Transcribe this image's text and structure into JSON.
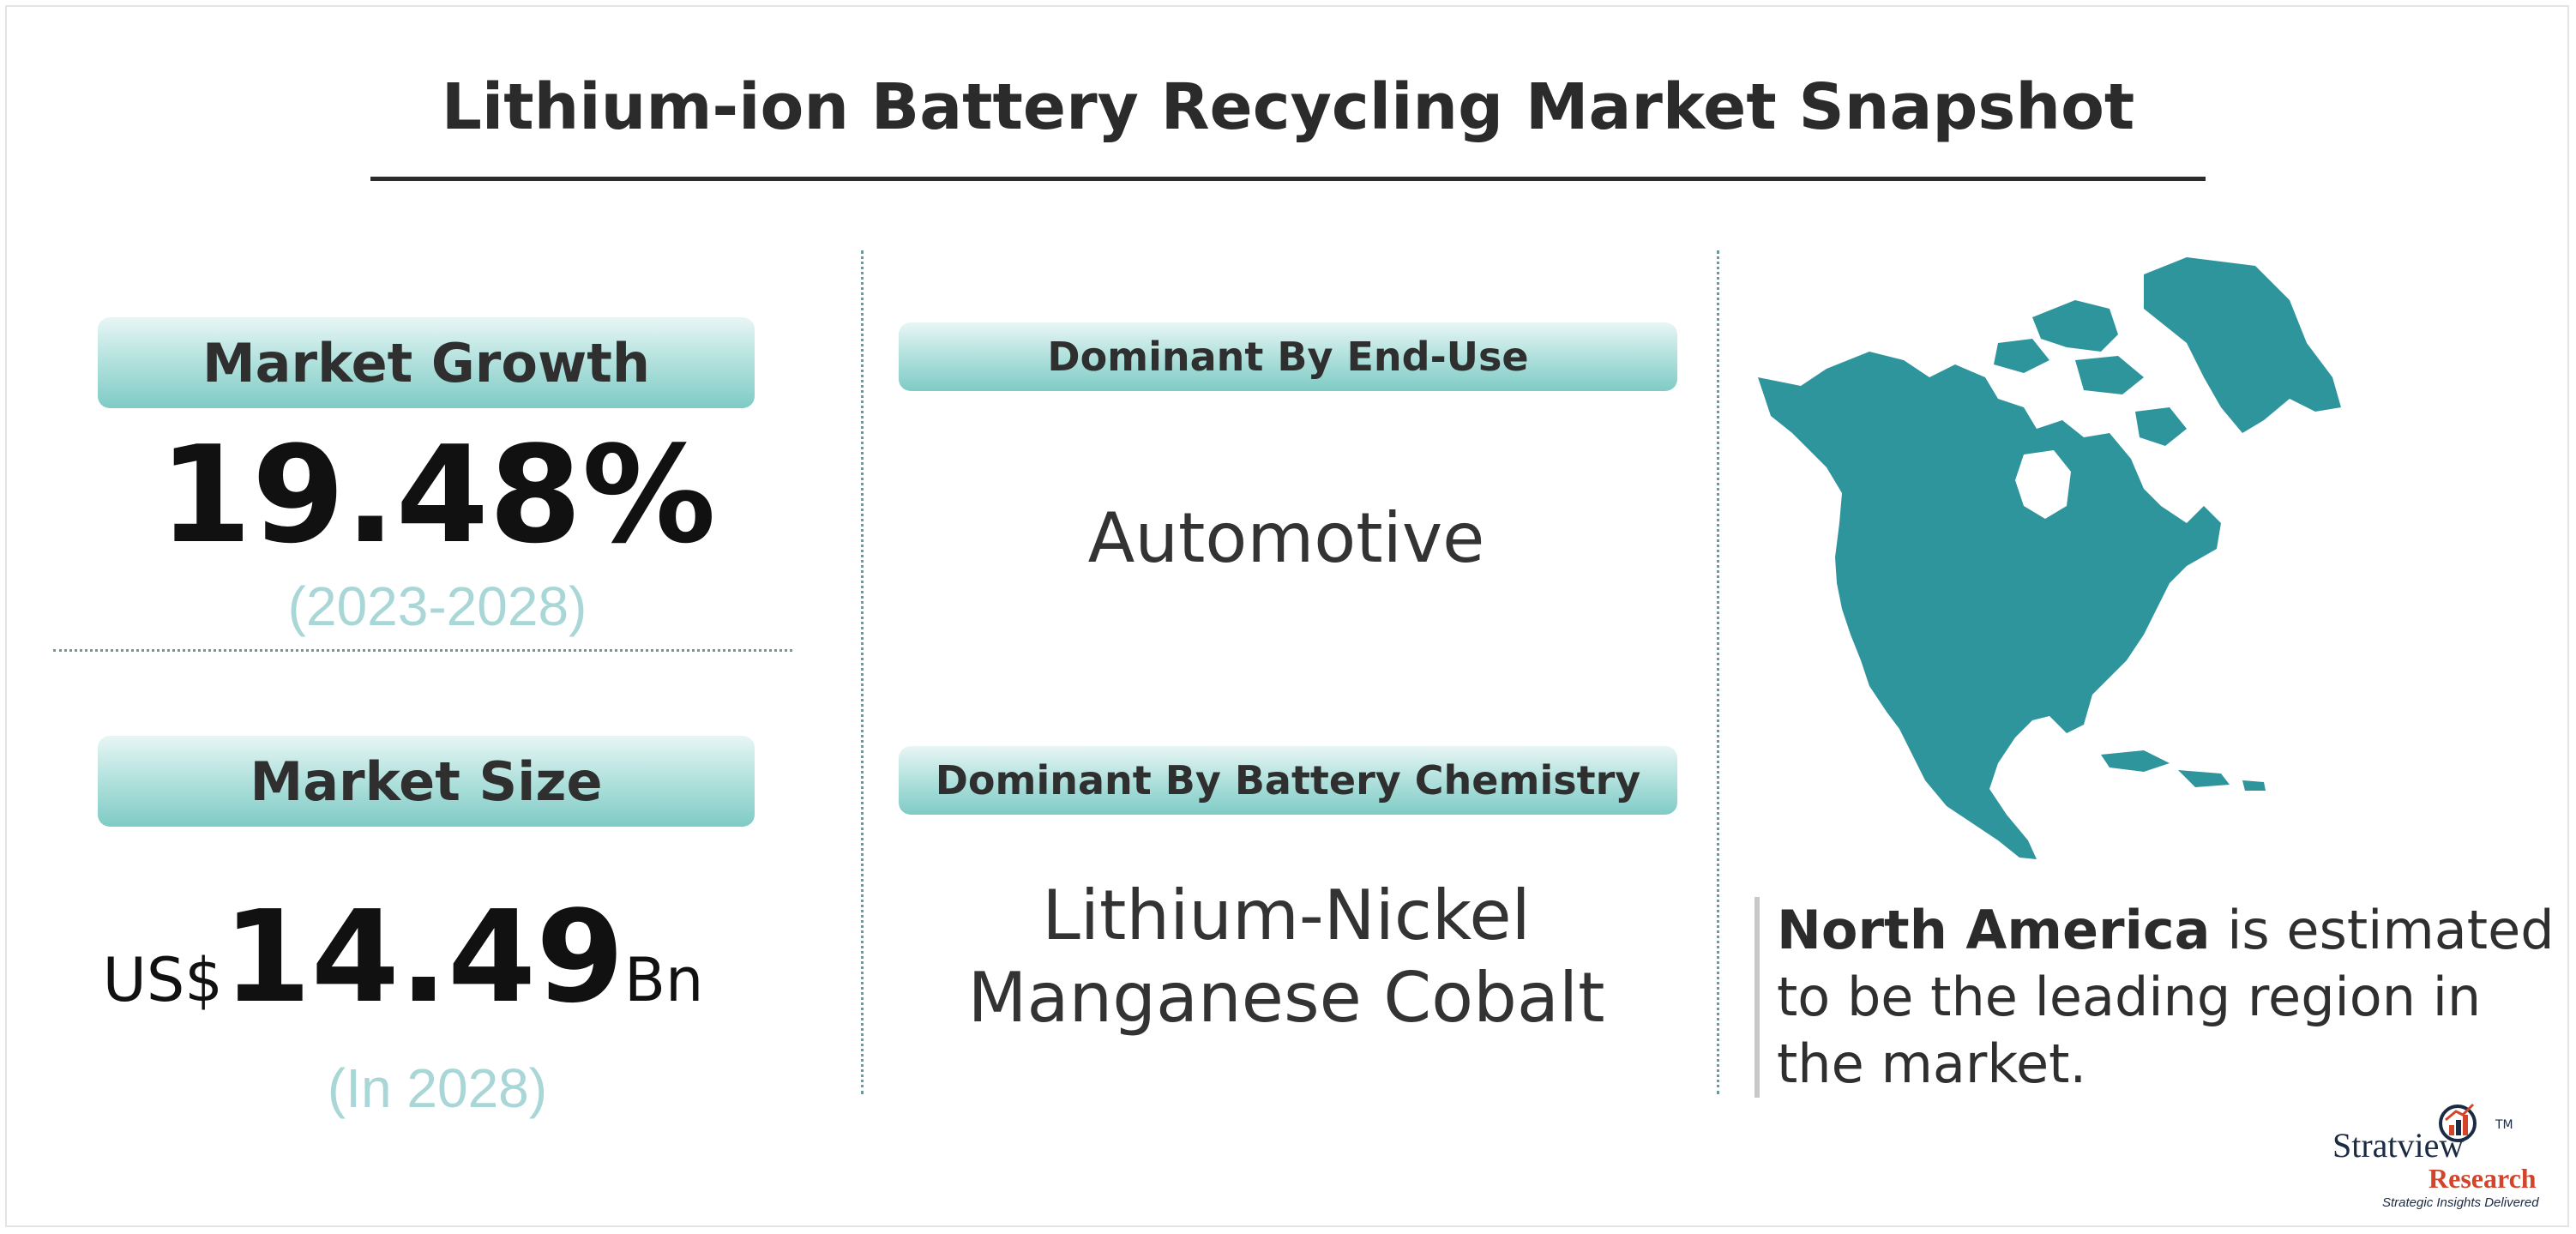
{
  "title": "Lithium-ion Battery Recycling Market Snapshot",
  "market_growth": {
    "label": "Market Growth",
    "value": "19.48%",
    "period": "(2023-2028)"
  },
  "market_size": {
    "label": "Market Size",
    "currency": "US$",
    "value": "14.49",
    "unit": "Bn",
    "note": "(In 2028)"
  },
  "end_use": {
    "label": "Dominant By End-Use",
    "value": "Automotive"
  },
  "battery_chemistry": {
    "label": "Dominant By Battery Chemistry",
    "value_line1": "Lithium-Nickel",
    "value_line2": "Manganese Cobalt"
  },
  "region": {
    "name": "North America",
    "text": " is estimated to be the leading region in the market."
  },
  "logo": {
    "brand": "Stratview",
    "brand2": "Research",
    "tm": "TM",
    "tagline": "Strategic Insights Delivered"
  },
  "colors": {
    "accent_teal": "#2e959c",
    "pill_gradient_light": "#e8f6f5",
    "pill_gradient_dark": "#7fcbc5",
    "subnote": "#a9d6d7",
    "logo_red": "#d3452b",
    "logo_navy": "#1b2b44"
  }
}
